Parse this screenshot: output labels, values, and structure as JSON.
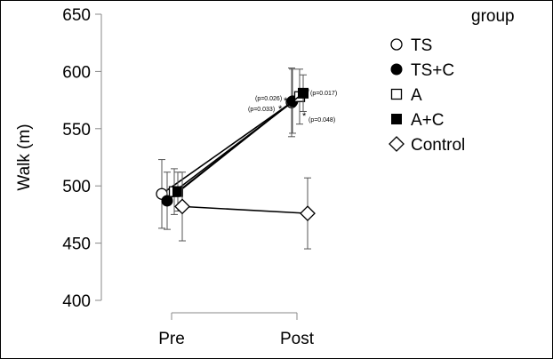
{
  "chart_data": {
    "type": "line",
    "categories": [
      "Pre",
      "Post"
    ],
    "ylabel": "Walk (m)",
    "xlabel": "",
    "ylim": [
      400,
      650
    ],
    "yticks": [
      400,
      450,
      500,
      550,
      600,
      650
    ],
    "legend_title": "group",
    "legend_position": "top-right",
    "series": [
      {
        "name": "TS",
        "marker": "circle-open",
        "values": [
          493,
          573
        ],
        "err": [
          30,
          30
        ]
      },
      {
        "name": "TS+C",
        "marker": "circle-filled",
        "values": [
          487,
          574
        ],
        "err": [
          25,
          28
        ]
      },
      {
        "name": "A",
        "marker": "square-open",
        "values": [
          495,
          578
        ],
        "err": [
          20,
          24
        ]
      },
      {
        "name": "A+C",
        "marker": "square-filled",
        "values": [
          495,
          581
        ],
        "err": [
          17,
          16
        ]
      },
      {
        "name": "Control",
        "marker": "diamond-open",
        "values": [
          482,
          476
        ],
        "err": [
          30,
          31
        ]
      }
    ],
    "annotations": [
      {
        "text": "(p=0.026)",
        "star_side": "right",
        "series": "TS"
      },
      {
        "text": "(p=0.033)",
        "star_side": "right",
        "series": "TS+C"
      },
      {
        "text": "(p=0.017)",
        "star_side": "left",
        "series": "A+C"
      },
      {
        "text": "(p=0.048)",
        "star_side": "left",
        "series": "A"
      }
    ]
  }
}
